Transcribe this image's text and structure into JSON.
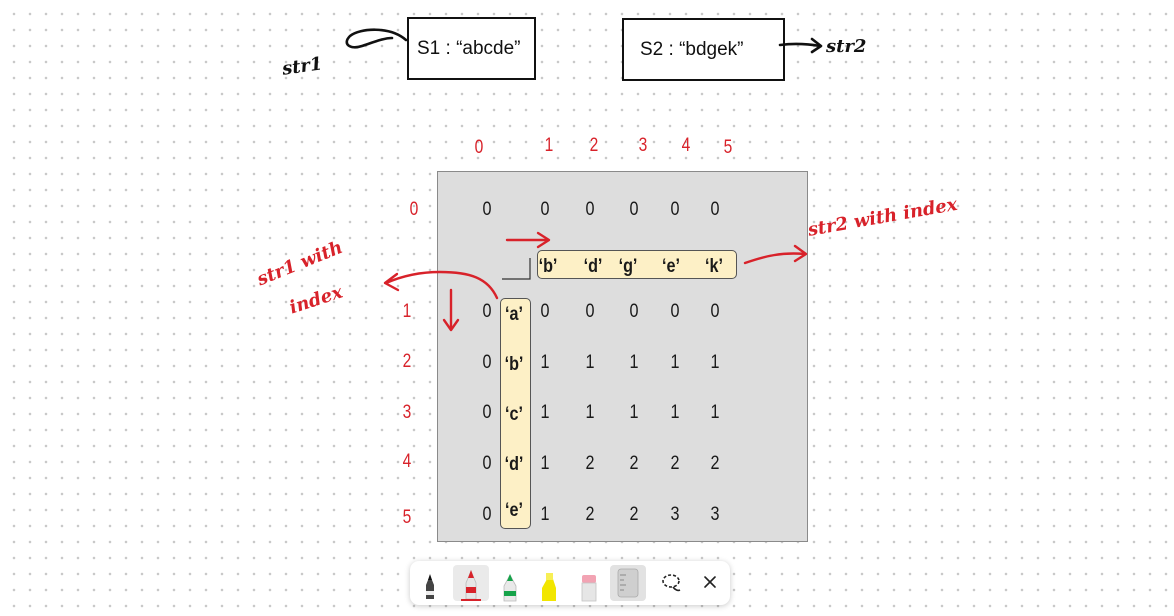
{
  "strings": {
    "s1": "S1 : “abcde”",
    "s2": "S2 : “bdgek”"
  },
  "annotations": {
    "str1_label": "str1",
    "str2_label": "str2",
    "str2_with_index": "str2 with index",
    "str1_with_index_line1": "str1 with",
    "str1_with_index_line2": "index"
  },
  "table": {
    "col_indices": [
      "0",
      "1",
      "2",
      "3",
      "4",
      "5"
    ],
    "row_indices": [
      "0",
      "1",
      "2",
      "3",
      "4",
      "5"
    ],
    "s2_chars": [
      "‘b’",
      "‘d’",
      "‘g’",
      "‘e’",
      "‘k’"
    ],
    "s1_chars": [
      "‘a’",
      "‘b’",
      "‘c’",
      "‘d’",
      "‘e’"
    ],
    "rows": [
      [
        "0",
        "0",
        "0",
        "0",
        "0",
        "0"
      ],
      [
        "0",
        "0",
        "0",
        "0",
        "0",
        "0"
      ],
      [
        "0",
        "1",
        "1",
        "1",
        "1",
        "1"
      ],
      [
        "0",
        "1",
        "1",
        "1",
        "1",
        "1"
      ],
      [
        "0",
        "1",
        "2",
        "2",
        "2",
        "2"
      ],
      [
        "0",
        "1",
        "2",
        "2",
        "3",
        "3"
      ]
    ]
  },
  "colors": {
    "index_red": "#d8222a",
    "highlight": "#fdf0c6",
    "grid_bg": "#dddddd"
  },
  "toolbar": {
    "tools": [
      "pen-black",
      "pen-red",
      "pen-green",
      "highlighter-yellow",
      "eraser",
      "ruler",
      "lasso",
      "close"
    ]
  }
}
